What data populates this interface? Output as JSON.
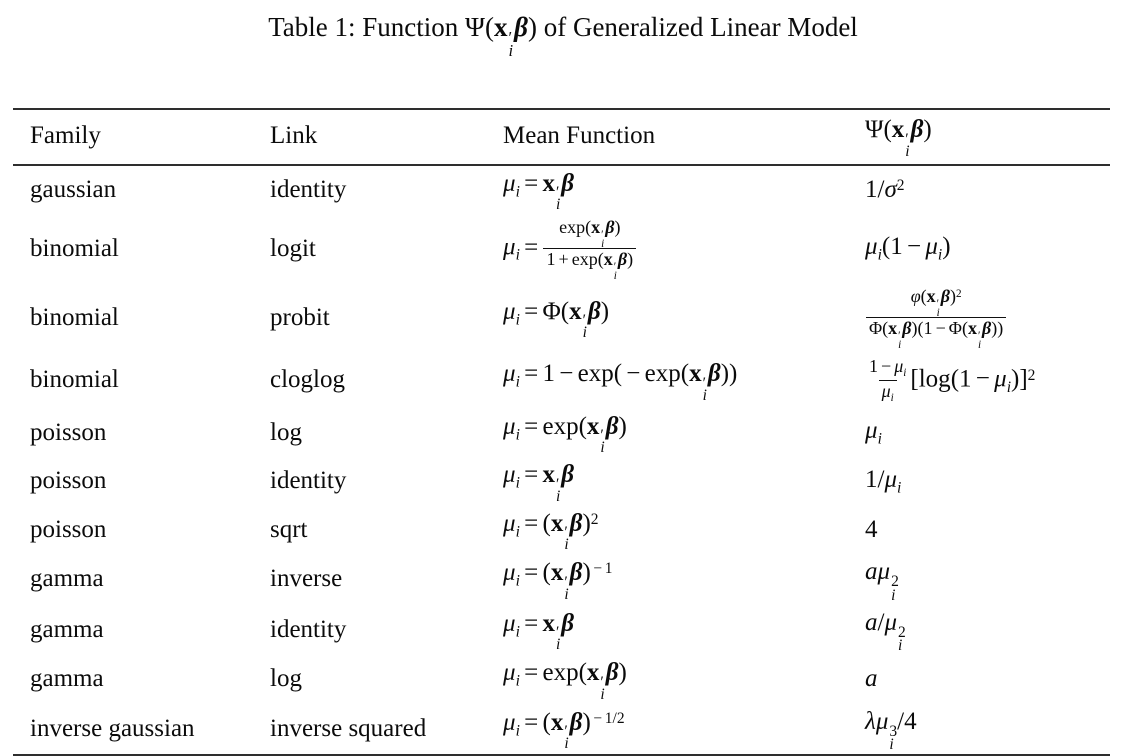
{
  "page": {
    "background": "#ffffff",
    "text_color": "#0b0b0b",
    "rule_color": "#2e2e2e"
  },
  "title": {
    "prefix": "Table 1: Function ",
    "math": "\\Psi(\\xib\\beta)",
    "suffix": " of Generalized Linear Model"
  },
  "table": {
    "columns": [
      {
        "text": "Family"
      },
      {
        "text": "Link"
      },
      {
        "text": "Mean Function"
      },
      {
        "math": "\\Psi(\\xib\\beta)"
      }
    ],
    "rows": [
      {
        "family": "gaussian",
        "link": "identity",
        "mean": "\\mu_i=\\xib\\beta",
        "psi": "1/\\sigma^2"
      },
      {
        "family": "binomial",
        "link": "logit",
        "mean": "\\mu_i=\\frac{\\exp(\\xib\\beta)}{1+\\exp(\\xib\\beta)}",
        "psi": "\\mu_i(1-\\mu_i)"
      },
      {
        "family": "binomial",
        "link": "probit",
        "mean": "\\mu_i=\\Phi(\\xib\\beta)",
        "psi": "\\frac{\\phi(\\xib\\beta)^2}{\\Phi(\\xib\\beta)(1-\\Phi(\\xib\\beta))}"
      },
      {
        "family": "binomial",
        "link": "cloglog",
        "mean": "\\mu_i=1-\\exp(-\\exp(\\xib\\beta))",
        "psi": "\\frac{1-\\mu_i}{\\mu_i}[\\log(1-\\mu_i)]^2"
      },
      {
        "family": "poisson",
        "link": "log",
        "mean": "\\mu_i=\\exp(\\xib\\beta)",
        "psi": "\\mu_i"
      },
      {
        "family": "poisson",
        "link": "identity",
        "mean": "\\mu_i=\\xib\\beta",
        "psi": "1/\\mu_i"
      },
      {
        "family": "poisson",
        "link": "sqrt",
        "mean": "\\mu_i=(\\xib\\beta)^2",
        "psi": "4"
      },
      {
        "family": "gamma",
        "link": "inverse",
        "mean": "\\mu_i=(\\xib\\beta)^{-1}",
        "psi": "a\\mu_i^2"
      },
      {
        "family": "gamma",
        "link": "identity",
        "mean": "\\mu_i=\\xib\\beta",
        "psi": "a/\\mu_i^2"
      },
      {
        "family": "gamma",
        "link": "log",
        "mean": "\\mu_i=\\exp(\\xib\\beta)",
        "psi": "a"
      },
      {
        "family": "inverse gaussian",
        "link": "inverse squared",
        "mean": "\\mu_i=(\\xib\\beta)^{-1/2}",
        "psi": "\\lambda\\mu_i^3/4"
      }
    ]
  }
}
